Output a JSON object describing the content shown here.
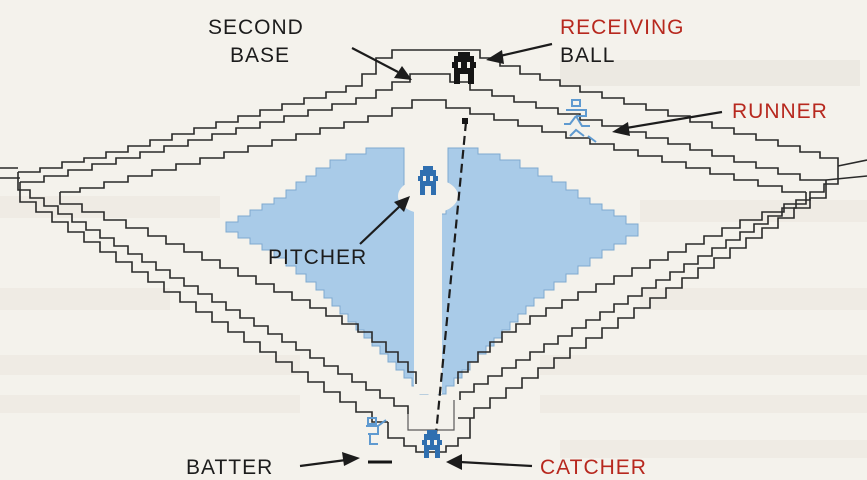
{
  "labels": {
    "second_base": [
      "SECOND",
      "BASE"
    ],
    "receiving_ball": [
      "RECEIVING",
      "BALL"
    ],
    "runner": "RUNNER",
    "pitcher": "PITCHER",
    "batter": "BATTER",
    "catcher": "CATCHER"
  },
  "colors": {
    "infield": "#a9cbe8",
    "infield_outline": "#7ea9cf",
    "sprite_blue": "#2f6fb0",
    "sprite_dark": "#151515",
    "runner_light": "#5f9ad0",
    "label_red": "#b7281e",
    "label_dark": "#1c1c1c",
    "paper": "#f4f2ec"
  },
  "icons": {
    "receiver": "fielder-sprite-dark",
    "pitcher": "fielder-sprite-blue",
    "catcher": "fielder-sprite-blue",
    "runner": "running-player-sprite",
    "batter": "batter-sprite"
  }
}
